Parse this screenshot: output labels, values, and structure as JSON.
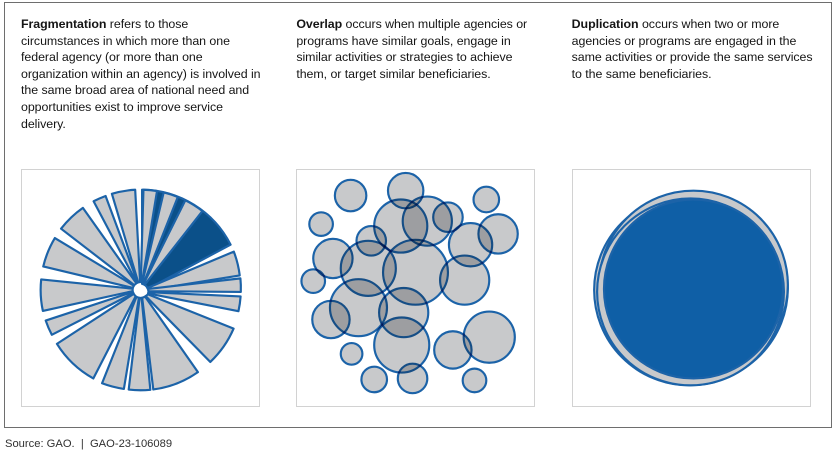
{
  "figure": {
    "columns": [
      {
        "key": "fragmentation",
        "lead": "Fragmentation",
        "body": " refers to those circumstances in which more than one federal agency (or more than one organization within an agency) is involved in the same broad area of national need and opportunities exist to improve service delivery.",
        "diagram": "segmented-pie-diagram"
      },
      {
        "key": "overlap",
        "lead": "Overlap",
        "body": " occurs when multiple agencies or programs have similar goals, engage in similar activities or strategies to achieve them, or target similar beneficiaries.",
        "diagram": "overlapping-circles-diagram"
      },
      {
        "key": "duplication",
        "lead": "Duplication",
        "body": " occurs when two or more agencies or programs are engaged in the same activities or provide the same services to the same beneficiaries.",
        "diagram": "coincident-circles-diagram"
      }
    ]
  },
  "source": {
    "text": "Source: GAO.  |  GAO-23-106089"
  },
  "colors": {
    "accent_blue": "#0f5fa6",
    "pie_blue": "#0b5089",
    "fill_gray": "#c8c9cb",
    "outline_blue": "#1c63a8",
    "panel_border": "#d2d2d2",
    "frame_border": "#6e6e6e",
    "text": "#151515"
  },
  "chart_data": {
    "type": "pie",
    "title": "Fragmentation segmented pie",
    "note": "Exploded pie of many thin wedges; one wedge highlighted in dark blue at the top-right.",
    "highlighted_index": 0,
    "segments_deg": [
      62,
      16,
      12,
      10,
      9,
      26,
      26,
      18,
      26,
      10,
      22,
      20,
      18,
      8,
      22,
      26,
      14,
      15
    ],
    "highlight_color": "#0b5089",
    "segment_color": "#c8c9cb",
    "segment_outline": "#1c63a8"
  }
}
